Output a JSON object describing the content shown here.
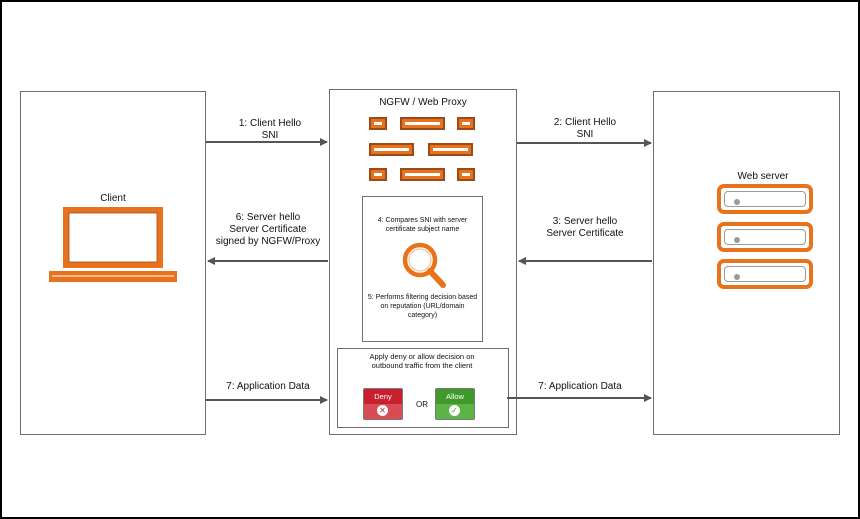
{
  "client": {
    "title": "Client"
  },
  "proxy": {
    "title": "NGFW / Web Proxy",
    "compare_text": "4: Compares SNI with server certificate subject name",
    "filter_text": "5: Performs filtering decision based on reputation (URL/domain category)",
    "decision_text": "Apply deny or allow decision on outbound traffic from the client",
    "deny_label": "Deny",
    "or_label": "OR",
    "allow_label": "Allow"
  },
  "server": {
    "title": "Web server"
  },
  "arrows": {
    "a1": {
      "line1": "1: Client Hello",
      "line2": "SNI"
    },
    "a2": {
      "line1": "2: Client Hello",
      "line2": "SNI"
    },
    "a3": {
      "line1": "3: Server hello",
      "line2": "Server Certificate"
    },
    "a6": {
      "line1": "6: Server hello",
      "line2": "Server Certificate",
      "line3": "signed by NGFW/Proxy"
    },
    "a7_left": "7: Application Data",
    "a7_right": "7: Application Data"
  },
  "colors": {
    "accent_orange": "#e8731c",
    "deny_red": "#c8202f",
    "allow_green": "#3f9a2b",
    "arrow_gray": "#555555"
  },
  "icons": [
    "laptop-icon",
    "magnifier-icon",
    "server-rack-icon",
    "deny-x-icon",
    "allow-check-icon"
  ]
}
